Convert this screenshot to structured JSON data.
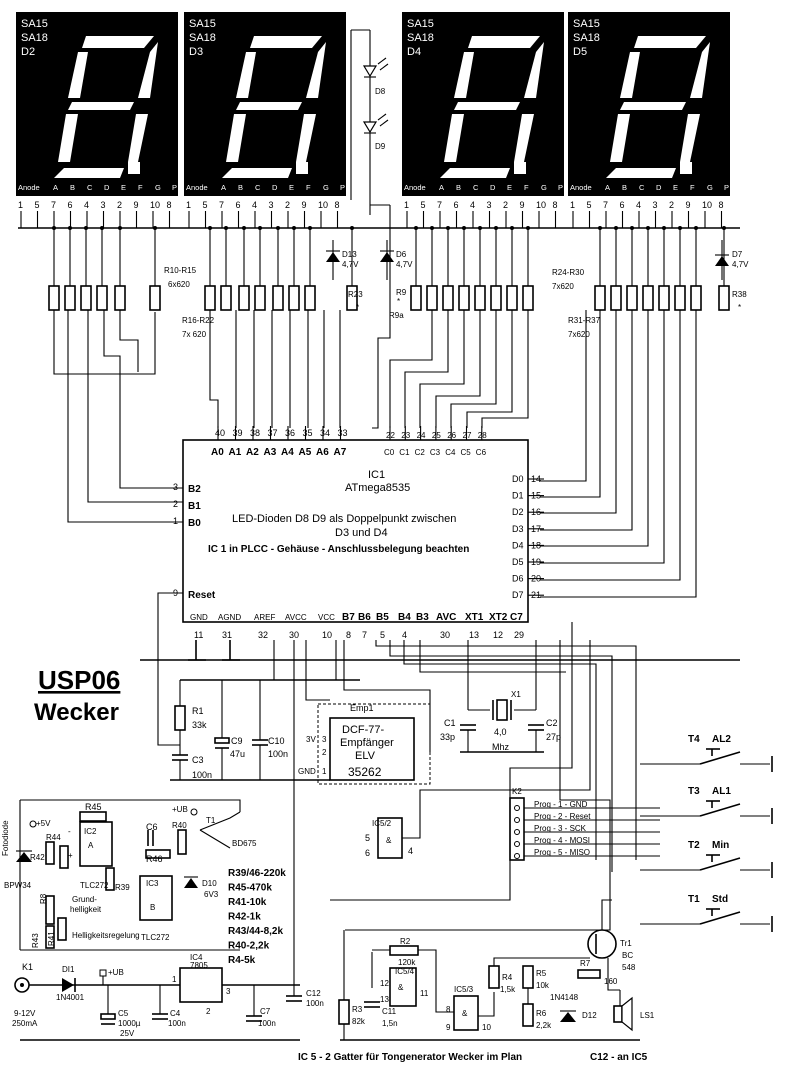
{
  "title": {
    "line1": "USP06",
    "line2": "Wecker"
  },
  "displays": [
    {
      "id": "D2",
      "types": [
        "SA15",
        "SA18"
      ]
    },
    {
      "id": "D3",
      "types": [
        "SA15",
        "SA18"
      ]
    },
    {
      "id": "D4",
      "types": [
        "SA15",
        "SA18"
      ]
    },
    {
      "id": "D5",
      "types": [
        "SA15",
        "SA18"
      ]
    }
  ],
  "display_pin_labels": [
    "Anode",
    "A",
    "B",
    "C",
    "D",
    "E",
    "F",
    "G",
    "P"
  ],
  "display_pin_numbers": [
    "1",
    "5",
    "7",
    "6",
    "4",
    "3",
    "2",
    "9",
    "10",
    "8"
  ],
  "colon_leds": [
    "D8",
    "D9"
  ],
  "zener_top": [
    {
      "name": "D13",
      "value": "4,7V"
    },
    {
      "name": "D6",
      "value": "4,7V"
    },
    {
      "name": "D7",
      "value": "4,7V"
    }
  ],
  "resistor_groups": [
    {
      "name": "R10-R15",
      "value": "6x620"
    },
    {
      "name": "R16-R22",
      "value": "7x 620"
    },
    {
      "name": "R24-R30",
      "value": "7x620"
    },
    {
      "name": "R31-R37",
      "value": "7x620"
    }
  ],
  "single_resistors": [
    {
      "name": "R23",
      "mark": "*"
    },
    {
      "name": "R9",
      "mark": "*"
    },
    {
      "name": "R9a",
      "mark": ""
    },
    {
      "name": "R38",
      "mark": "*"
    }
  ],
  "ic1": {
    "name": "IC1",
    "part": "ATmega8535",
    "note1": "LED-Dioden D8 D9 als Doppelpunkt zwischen",
    "note2": "D3 und D4",
    "note3": "IC 1 in PLCC - Gehäuse - Anschlussbelegung beachten",
    "top_pins": [
      "A0",
      "A1",
      "A2",
      "A3",
      "A4",
      "A5",
      "A6",
      "A7"
    ],
    "top_pin_nums": [
      "40",
      "39",
      "38",
      "37",
      "36",
      "35",
      "34",
      "33"
    ],
    "c_pins": [
      "C0",
      "C1",
      "C2",
      "C3",
      "C4",
      "C5",
      "C6"
    ],
    "c_pin_nums": [
      "22",
      "23",
      "24",
      "25",
      "26",
      "27",
      "28"
    ],
    "left_pins": [
      {
        "name": "B2",
        "num": "3"
      },
      {
        "name": "B1",
        "num": "2"
      },
      {
        "name": "B0",
        "num": "1"
      },
      {
        "name": "Reset",
        "num": "9"
      }
    ],
    "right_pins": [
      {
        "name": "D0",
        "num": "14"
      },
      {
        "name": "D1",
        "num": "15"
      },
      {
        "name": "D2",
        "num": "16"
      },
      {
        "name": "D3",
        "num": "17"
      },
      {
        "name": "D4",
        "num": "18"
      },
      {
        "name": "D5",
        "num": "19"
      },
      {
        "name": "D6",
        "num": "20"
      },
      {
        "name": "D7",
        "num": "21"
      }
    ],
    "bottom_pins": [
      {
        "name": "GND",
        "num": "11"
      },
      {
        "name": "AGND",
        "num": "31"
      },
      {
        "name": "AREF",
        "num": "32"
      },
      {
        "name": "AVCC",
        "num": "30"
      },
      {
        "name": "VCC",
        "num": "10"
      },
      {
        "name": "B7",
        "num": "8"
      },
      {
        "name": "B6",
        "num": "7"
      },
      {
        "name": "B5",
        "num": "5"
      },
      {
        "name": "B4",
        "num": "4"
      },
      {
        "name": "B3",
        "num": ""
      },
      {
        "name": "AVC",
        "num": "30"
      },
      {
        "name": "XT1",
        "num": "13"
      },
      {
        "name": "XT2",
        "num": "12"
      },
      {
        "name": "C7",
        "num": "29"
      }
    ]
  },
  "crystal": {
    "name": "X1",
    "value1": "4,0",
    "value2": "Mhz"
  },
  "caps_xtal": [
    {
      "name": "C1",
      "value": "33p"
    },
    {
      "name": "C2",
      "value": "27p"
    }
  ],
  "left_power": [
    {
      "name": "R1",
      "value": "33k"
    },
    {
      "name": "C3",
      "value": "100n"
    },
    {
      "name": "C9",
      "value": "47u"
    },
    {
      "name": "C10",
      "value": "100n"
    }
  ],
  "dcf": {
    "label": "Emp1",
    "line1": "DCF-77-",
    "line2": "Empfänger",
    "line3": "ELV",
    "part": "35262",
    "pins": [
      "3V",
      "3",
      "2",
      "GND",
      "1"
    ]
  },
  "ic5_2": {
    "name": "IC5/2",
    "pins": [
      "5",
      "6",
      "4"
    ]
  },
  "prog": {
    "name": "K2",
    "lines": [
      "Prog - 1 - GND",
      "Prog - 2 - Reset",
      "Prog - 3 - SCK",
      "Prog - 4 - MOSI",
      "Prog - 5 - MISO"
    ]
  },
  "buttons": [
    {
      "name": "T4",
      "label": "AL2"
    },
    {
      "name": "T3",
      "label": "AL1"
    },
    {
      "name": "T2",
      "label": "Min"
    },
    {
      "name": "T1",
      "label": "Std"
    }
  ],
  "light_sensor": {
    "r45": "R45",
    "ic2": "IC2",
    "c6": "C6",
    "r46": "R46",
    "r40": "R40",
    "ub": "+UB",
    "tr": "T1",
    "bd": "BD675",
    "plus5": "+5V",
    "r42": "R42",
    "r44": "R44",
    "r39": "R39",
    "ic3": "IC3",
    "d10": "D10",
    "d10v": "6V3",
    "bpw": "BPW34",
    "r8": "R8",
    "grund": "Grund-",
    "hell": "helligkeit",
    "r43": "R43",
    "hreg": "Helligkeitsregelung",
    "tlc1": "TLC272",
    "tlc2": "TLC272",
    "vert": "Fotodiode"
  },
  "value_list": [
    "R39/46-220k",
    "R45-470k",
    "R41-10k",
    "R42-1k",
    "R43/44-8,2k",
    "R40-2,2k",
    "R4-5k"
  ],
  "power": {
    "k1": "K1",
    "di1": "DI1",
    "di1p": "1N4001",
    "ub": "+UB",
    "k1v1": "9-12V",
    "k1v2": "250mA",
    "c5": "C5",
    "c5v": "1000µ",
    "c5u": "25V",
    "c4": "C4",
    "c4v": "100n",
    "ic4": "IC4",
    "ic4p": "7805",
    "pin1": "1",
    "pin2": "2",
    "pin3": "3",
    "c7": "C7",
    "c7v": "100n",
    "c12": "C12",
    "c12v": "100n"
  },
  "tone": {
    "r2": "R2",
    "r2v": "120k",
    "ic54": "IC5/4",
    "p12": "12",
    "p13": "13",
    "p11": "11",
    "r3": "R3",
    "r3v": "82k",
    "c11": "C11",
    "c11v": "1,5n",
    "ic53": "IC5/3",
    "p8": "8",
    "p9": "9",
    "p10": "10",
    "r4": "R4",
    "r4v": "1,5k",
    "r5": "R5",
    "r5v": "10k",
    "r6": "R6",
    "r6v": "2,2k",
    "r7": "R7",
    "r7v": "160",
    "tr1": "Tr1",
    "tr1a": "BC",
    "tr1b": "548",
    "d12a": "1N4148",
    "d12": "D12",
    "ls": "LS1"
  },
  "footer": {
    "left": "IC 5 - 2 Gatter für Tongenerator Wecker im Plan",
    "right": "C12 - an IC5"
  }
}
